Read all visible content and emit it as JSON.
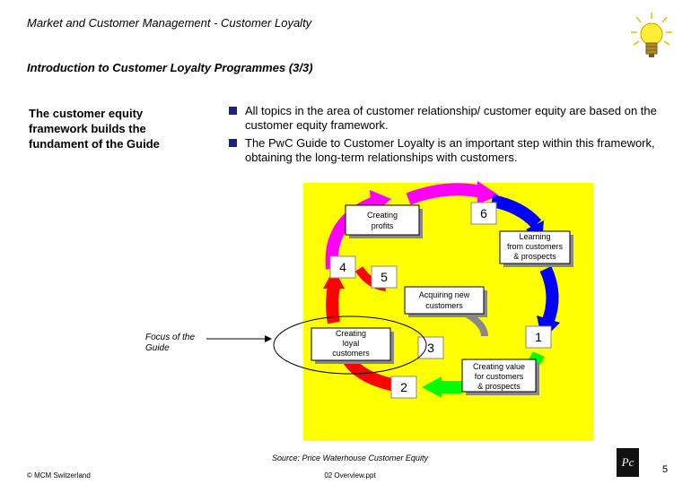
{
  "header": {
    "title": "Market and Customer Management - Customer Loyalty",
    "subtitle": "Introduction to Customer Loyalty Programmes (3/3)"
  },
  "left_text": {
    "lines": [
      "The customer equity",
      "framework builds the",
      "fundament of the Guide"
    ]
  },
  "bullets": [
    "All topics in the area of customer relationship/ customer equity are based on the customer equity framework.",
    "The PwC Guide to Customer Loyalty is an important step within this framework, obtaining the long-term relationships with customers."
  ],
  "diagram": {
    "background_color": "#ffff00",
    "boxes": {
      "creating_profits": [
        "Creating",
        "profits"
      ],
      "learning": [
        "Learning",
        "from customers",
        "& prospects"
      ],
      "acquiring": [
        "Acquiring new",
        "customers"
      ],
      "creating_loyal": [
        "Creating",
        "loyal",
        "customers"
      ],
      "creating_value": [
        "Creating value",
        "for customers",
        "& prospects"
      ]
    },
    "numbers": [
      "1",
      "2",
      "3",
      "4",
      "5",
      "6"
    ],
    "arrow_colors": {
      "magenta": "#ff00ff",
      "blue": "#0000ff",
      "green": "#00ff00",
      "red": "#ff0000"
    }
  },
  "focus_label": [
    "Focus of the",
    "Guide"
  ],
  "source": "Source: Price Waterhouse Customer Equity",
  "footer": {
    "copyright": "© MCM Switzerland",
    "filename": "02 Overview.ppt",
    "page": "5",
    "logo_text": "Pc"
  },
  "decor": {
    "lightbulb_icon": "lightbulb-icon"
  }
}
